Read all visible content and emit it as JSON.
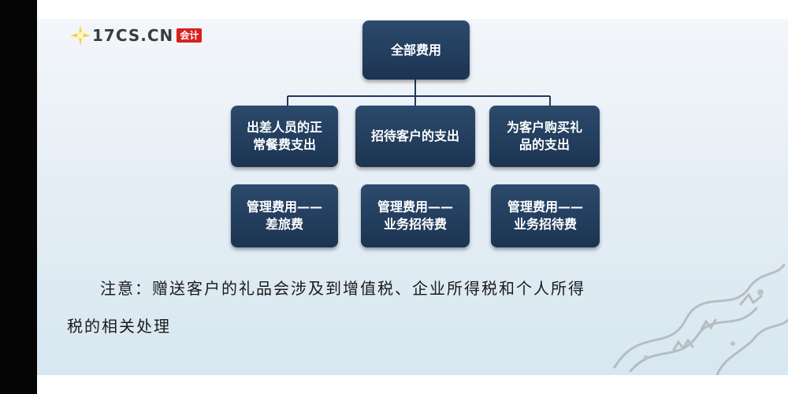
{
  "logo": {
    "text": "17CS.CN",
    "tag": "会计"
  },
  "diagram": {
    "root": "全部费用",
    "categories": [
      {
        "title_lines": [
          "出差人员的正",
          "常餐费支出"
        ],
        "account_lines": [
          "管理费用——",
          "差旅费"
        ]
      },
      {
        "title_lines": [
          "招待客户的支出"
        ],
        "account_lines": [
          "管理费用——",
          "业务招待费"
        ]
      },
      {
        "title_lines": [
          "为客户购买礼",
          "品的支出"
        ],
        "account_lines": [
          "管理费用——",
          "业务招待费"
        ]
      }
    ]
  },
  "note": {
    "line1": "注意：赠送客户的礼品会涉及到增值税、企业所得税和个人所得",
    "line2": "税的相关处理"
  },
  "colors": {
    "box": "#1f3a5c",
    "connector": "#1f3a5c",
    "side_bar": "#050505"
  }
}
